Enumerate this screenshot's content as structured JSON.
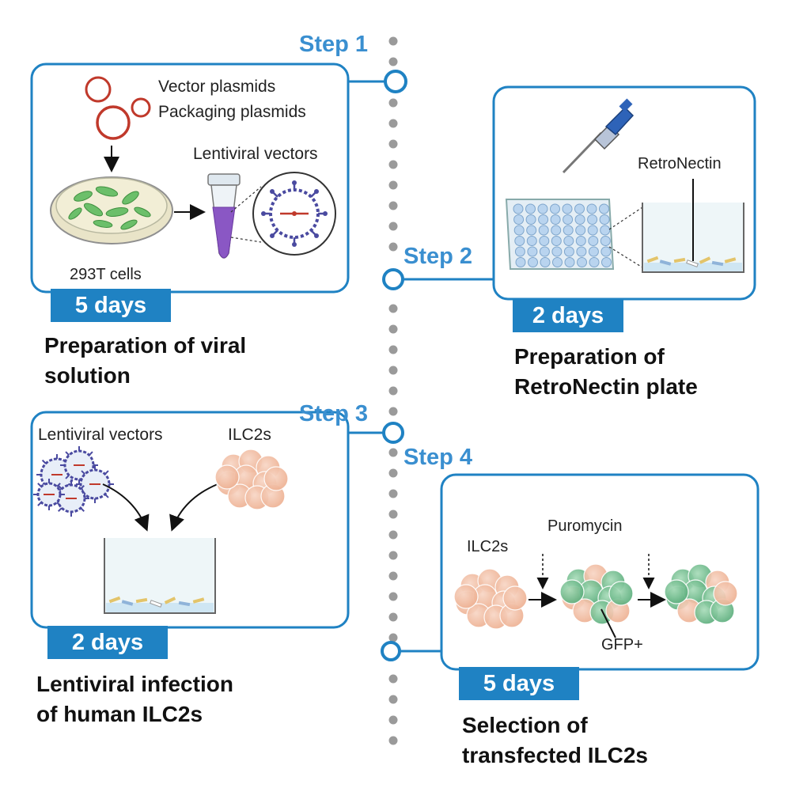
{
  "steps": [
    {
      "label": "Step 1",
      "duration": "5 days",
      "title_lines": [
        "Preparation of viral",
        "solution"
      ]
    },
    {
      "label": "Step 2",
      "duration": "2 days",
      "title_lines": [
        "Preparation of",
        "RetroNectin plate"
      ]
    },
    {
      "label": "Step 3",
      "duration": "2 days",
      "title_lines": [
        "Lentiviral infection",
        "of human ILC2s"
      ]
    },
    {
      "label": "Step 4",
      "duration": "5 days",
      "title_lines": [
        "Selection of",
        "transfected ILC2s"
      ]
    }
  ],
  "panel1": {
    "vector_plasmids": "Vector plasmids",
    "packaging_plasmids": "Packaging plasmids",
    "lentiviral_vectors": "Lentiviral vectors",
    "cells": "293T cells"
  },
  "panel2": {
    "retronectin": "RetroNectin"
  },
  "panel3": {
    "lentiviral_vectors": "Lentiviral vectors",
    "ilc2s": "ILC2s"
  },
  "panel4": {
    "ilc2s": "ILC2s",
    "puromycin": "Puromycin",
    "gfp": "GFP+"
  },
  "colors": {
    "accent": "#1f82c3",
    "step_text": "#3a8fd0",
    "timeline_dot": "#9a9a9a",
    "cell_pink": "#f2c0a8",
    "cell_green": "#7cc497",
    "virus_purple": "#4a4aa0",
    "plasmid_red": "#c0392b"
  }
}
